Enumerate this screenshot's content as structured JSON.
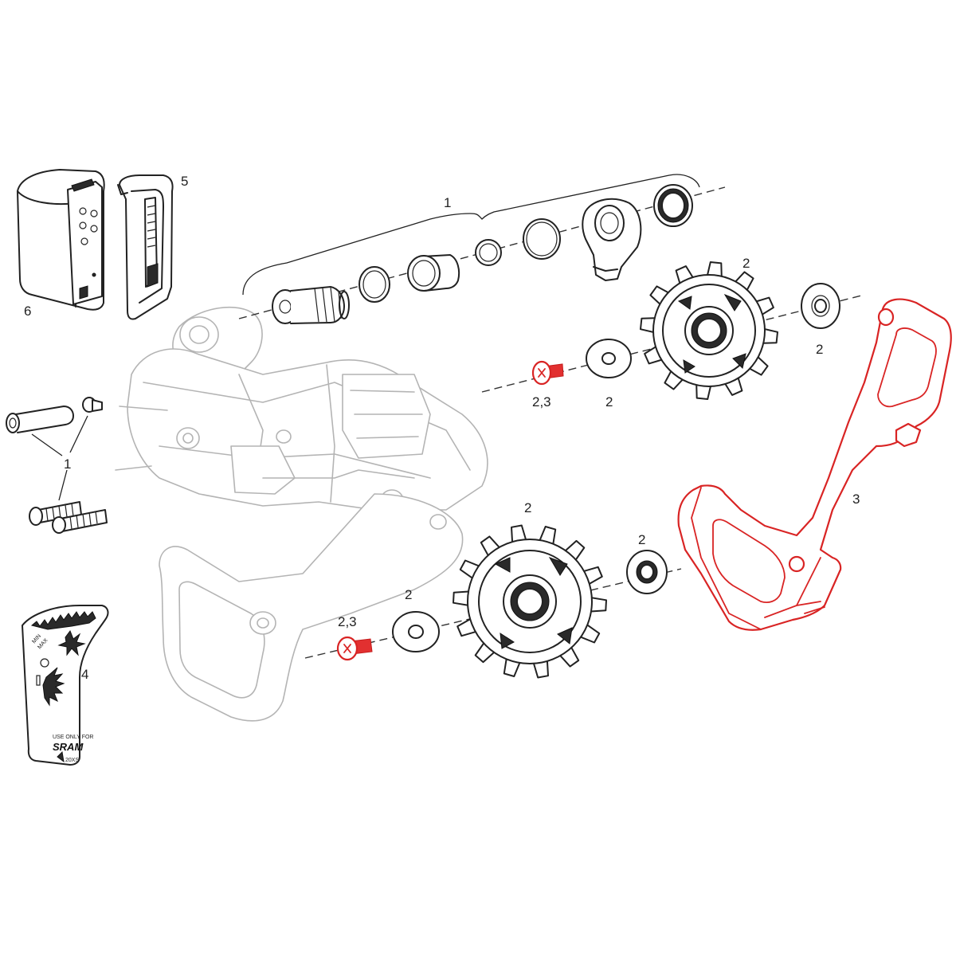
{
  "diagram": {
    "callouts": {
      "bolt_kit_top": "1",
      "bolt_kit_left": "1",
      "pulley_upper": "2",
      "washer_upper_right": "2",
      "washer_upper_left": "2",
      "screw_upper": "2,3",
      "pulley_lower": "2",
      "washer_lower_right": "2",
      "washer_lower_left": "2",
      "screw_lower": "2,3",
      "cage_plate": "3",
      "chainring_tool": "4",
      "battery_cover": "5",
      "battery": "6"
    },
    "tool_text": {
      "min": "MIN",
      "max": "MAX",
      "use_only": "USE ONLY FOR",
      "brand": "SRAM",
      "model": "20XS"
    },
    "colors": {
      "highlight": "#d92424",
      "outline": "#222222",
      "ghost": "#b4b4b4"
    }
  }
}
